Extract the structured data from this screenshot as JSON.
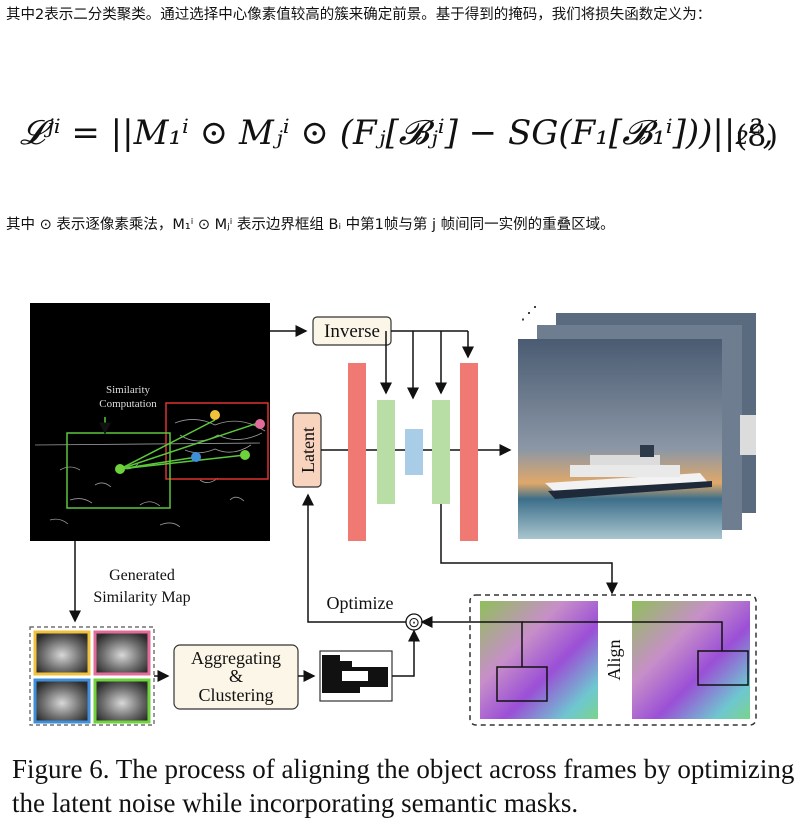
{
  "paragraph1": "其中2表示二分类聚类。通过选择中心像素值较高的簇来确定前景。基于得到的掩码，我们将损失函数定义为：",
  "equation": {
    "lhs": "𝓛ʲⁱ",
    "rhs": "= ||M₁ⁱ ⊙ Mⱼⁱ ⊙ (Fⱼ[𝓑ⱼⁱ] − SG(F₁[𝓑₁ⁱ]))||₂²,",
    "number": "(8)"
  },
  "paragraph2": "其中 ⊙ 表示逐像素乘法，M₁ⁱ ⊙ Mⱼⁱ 表示边界框组 Bᵢ 中第1帧与第 j 帧间同一实例的重叠区域。",
  "figure": {
    "labels": {
      "similarity_computation_1": "Similarity",
      "similarity_computation_2": "Computation",
      "inverse": "Inverse",
      "latent": "Latent",
      "generated_map_1": "Generated",
      "generated_map_2": "Similarity Map",
      "optimize": "Optimize",
      "aggregating_1": "Aggregating",
      "aggregating_2": "&",
      "aggregating_3": "Clustering",
      "align": "Align",
      "odot": "⊙",
      "ellipsis": "⋰"
    },
    "colors": {
      "red_block": "#f07a73",
      "green_block": "#b8dea6",
      "blue_block": "#a9cde6",
      "latent_fill": "#f8d3be",
      "box_fill": "#fcf6e8",
      "sim_yellow": "#f0c23c",
      "sim_pink": "#e36b9a",
      "sim_blue": "#3f8fd8",
      "sim_green": "#6fd13c"
    }
  },
  "caption": "Figure 6.  The process of aligning the object across frames by optimizing the latent noise while incorporating semantic masks."
}
